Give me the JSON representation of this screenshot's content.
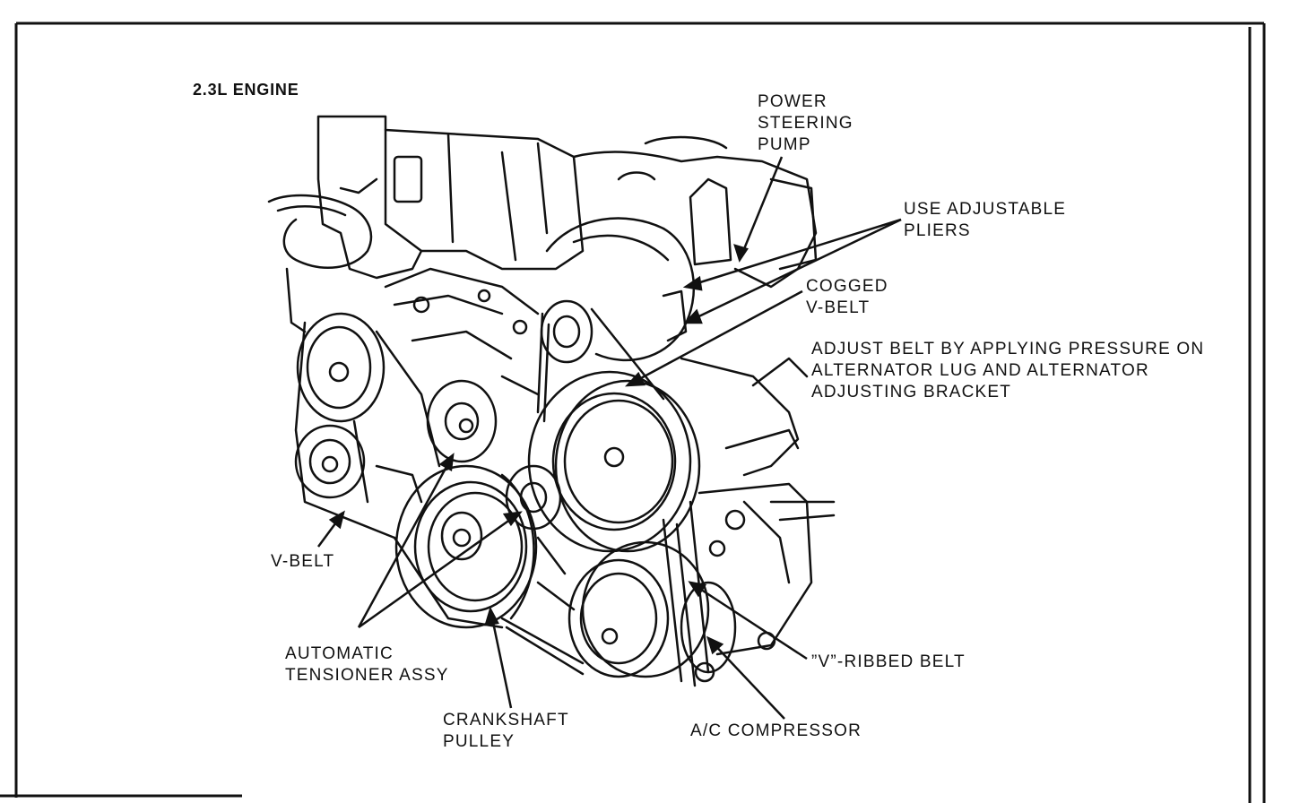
{
  "title": "2.3L ENGINE",
  "labels": {
    "power_steering_pump": "POWER\nSTEERING\nPUMP",
    "use_adjustable_pliers": "USE ADJUSTABLE\nPLIERS",
    "cogged_v_belt": "COGGED\nV-BELT",
    "adjust_belt_note": "ADJUST BELT BY APPLYING PRESSURE ON\nALTERNATOR LUG AND ALTERNATOR\nADJUSTING BRACKET",
    "v_belt": "V-BELT",
    "automatic_tensioner": "AUTOMATIC\nTENSIONER ASSY",
    "crankshaft_pulley": "CRANKSHAFT\nPULLEY",
    "ac_compressor": "A/C COMPRESSOR",
    "v_ribbed_belt": "”V”-RIBBED BELT"
  },
  "colors": {
    "ink": "#111111",
    "paper": "#ffffff"
  }
}
